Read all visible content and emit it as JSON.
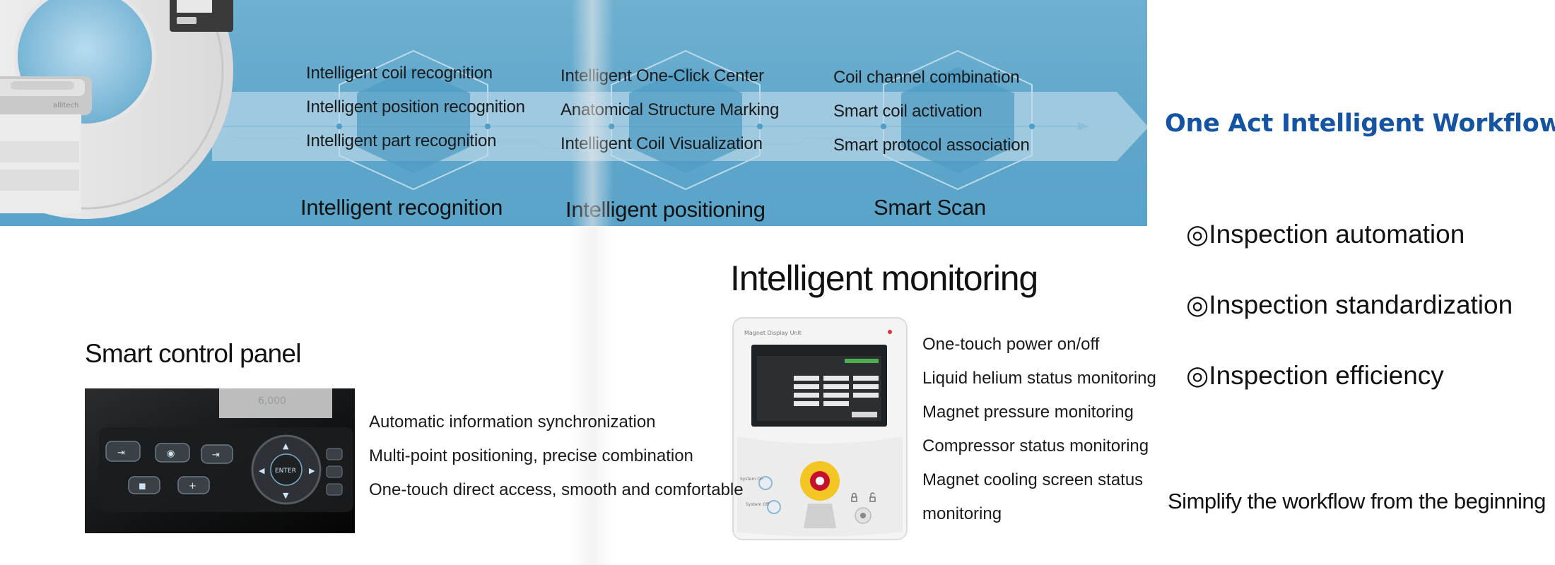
{
  "banner": {
    "steps": [
      {
        "title": "Intelligent recognition",
        "items": [
          "Intelligent coil recognition",
          "Intelligent position recognition",
          "Intelligent part recognition"
        ]
      },
      {
        "title": "Intelligent positioning",
        "items": [
          "Intelligent One-Click Center",
          "Anatomical Structure Marking",
          "Intelligent Coil Visualization"
        ]
      },
      {
        "title": "Smart Scan",
        "items": [
          "Coil channel combination",
          "Smart coil activation",
          "Smart protocol association"
        ]
      }
    ],
    "colors": {
      "band": "#5ea6cb",
      "arrow": "#a9cfe3",
      "hexagon": "#4f9cc4"
    }
  },
  "workflow": {
    "title": "One Act Intelligent Workflow",
    "features": [
      "◎Inspection automation",
      "◎Inspection standardization",
      "◎Inspection efficiency"
    ],
    "tagline": "Simplify the workflow from the beginning",
    "title_color": "#1553a3"
  },
  "monitoring": {
    "heading": "Intelligent monitoring",
    "items": [
      "One-touch power on/off",
      "Liquid helium status monitoring",
      "Magnet pressure monitoring",
      "Compressor status monitoring",
      "Magnet cooling screen status",
      "monitoring"
    ],
    "device": {
      "label": "Magnet Display Unit",
      "system_on": "System On",
      "system_off": "System Off"
    }
  },
  "control_panel": {
    "heading": "Smart control panel",
    "items": [
      "Automatic information synchronization",
      "Multi-point positioning, precise combination",
      "One-touch direct access, smooth and comfortable"
    ],
    "photo": {
      "enter_label": "ENTER",
      "readout": "6,000"
    }
  },
  "mri": {
    "brand": "allitech"
  }
}
